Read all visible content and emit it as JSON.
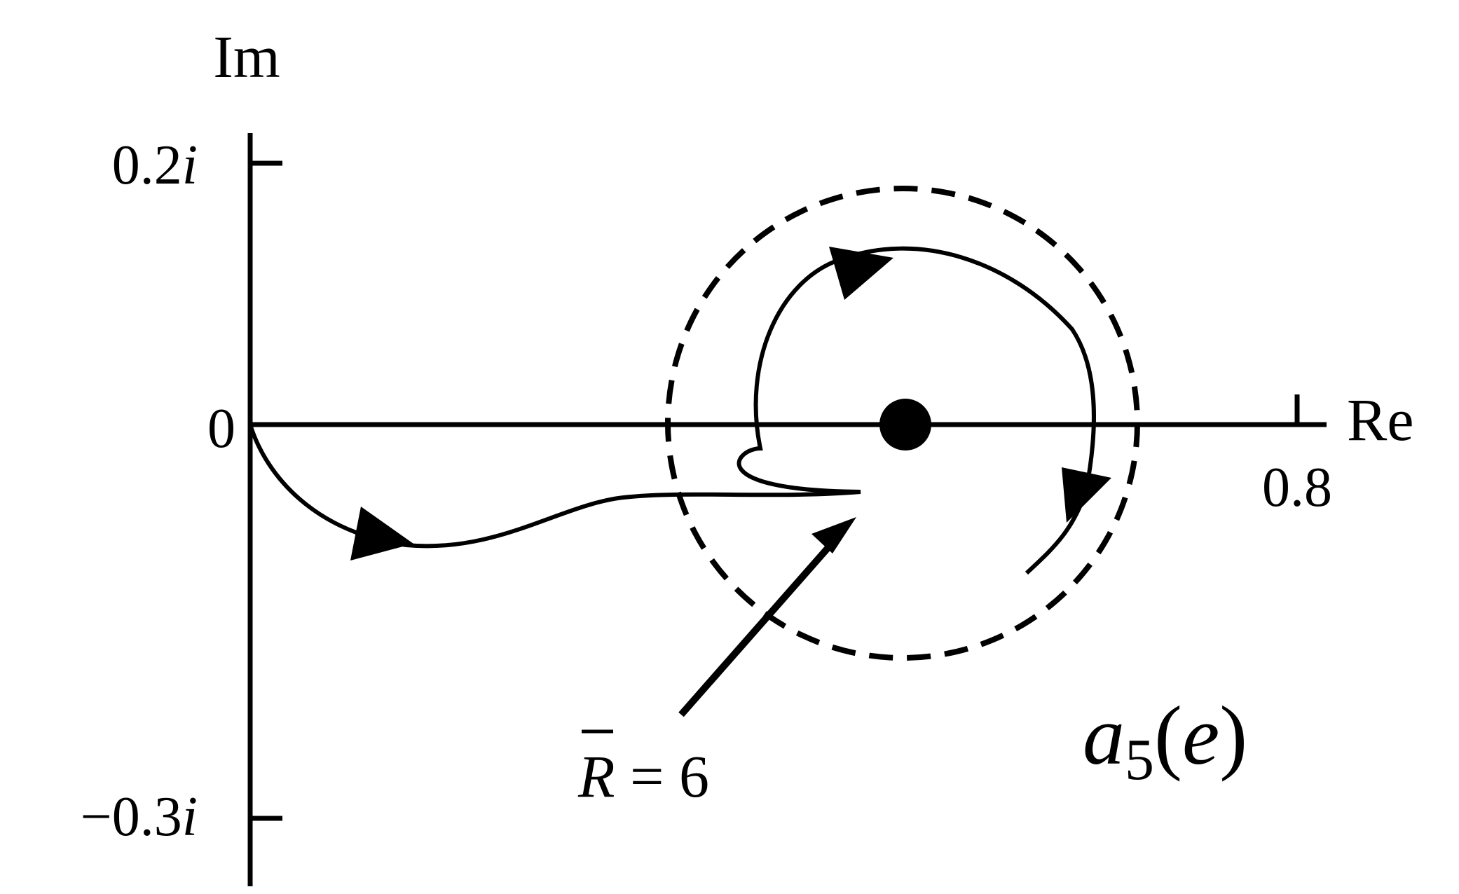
{
  "figure": {
    "axes": {
      "y_axis_label": "Im",
      "x_axis_label": "Re",
      "y_top_tick": "0.2",
      "y_top_tick_unit": "i",
      "y_bottom_tick": "−0.3",
      "y_bottom_tick_unit": "i",
      "origin_label": "0",
      "x_tick": "0.8"
    },
    "annotation": {
      "symbol": "R",
      "rest": " = 6"
    },
    "curve_label": {
      "name": "a",
      "subscript": "5",
      "open": "(",
      "arg": "e",
      "close": ")"
    },
    "colors": {
      "ink": "#000000",
      "background": "#ffffff"
    }
  }
}
